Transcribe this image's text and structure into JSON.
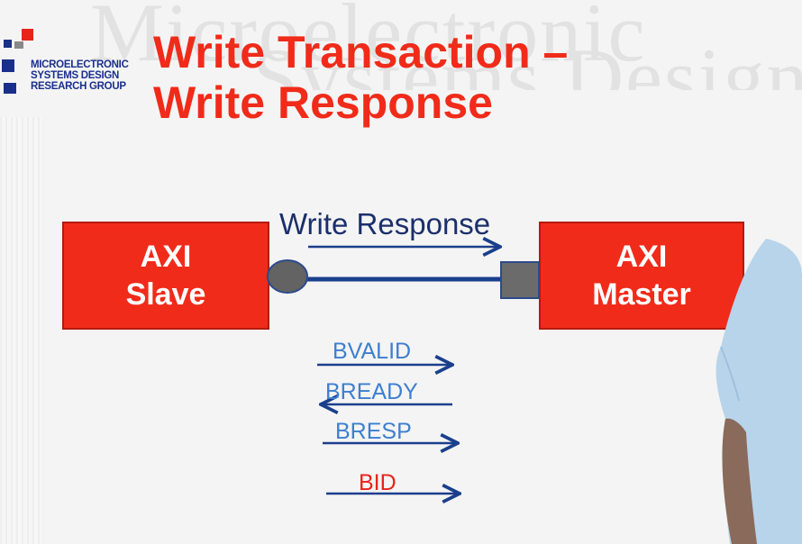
{
  "watermark": {
    "line1": "Microelectronic",
    "line2": "Systems Design"
  },
  "logo": {
    "lines": [
      "MICROELECTRONIC",
      "SYSTEMS DESIGN",
      "RESEARCH GROUP"
    ],
    "colors": {
      "red": "#e8231a",
      "blue": "#1a2f8c",
      "grey": "#8a8a8a"
    }
  },
  "slide": {
    "title_line1": "Write Transaction –",
    "title_line2": "Write Response",
    "title_color": "#f02b1a"
  },
  "diagram": {
    "slave_label_line1": "AXI",
    "slave_label_line2": "Slave",
    "master_label_line1": "AXI",
    "master_label_line2": "Master",
    "channel_label": "Write Response",
    "box_color": "#f02b1a",
    "line_color": "#1a3f8c",
    "signals": [
      {
        "name": "BVALID",
        "direction": "right"
      },
      {
        "name": "BREADY",
        "direction": "left"
      },
      {
        "name": "BRESP",
        "direction": "right"
      },
      {
        "name": "BID",
        "direction": "right"
      }
    ]
  }
}
